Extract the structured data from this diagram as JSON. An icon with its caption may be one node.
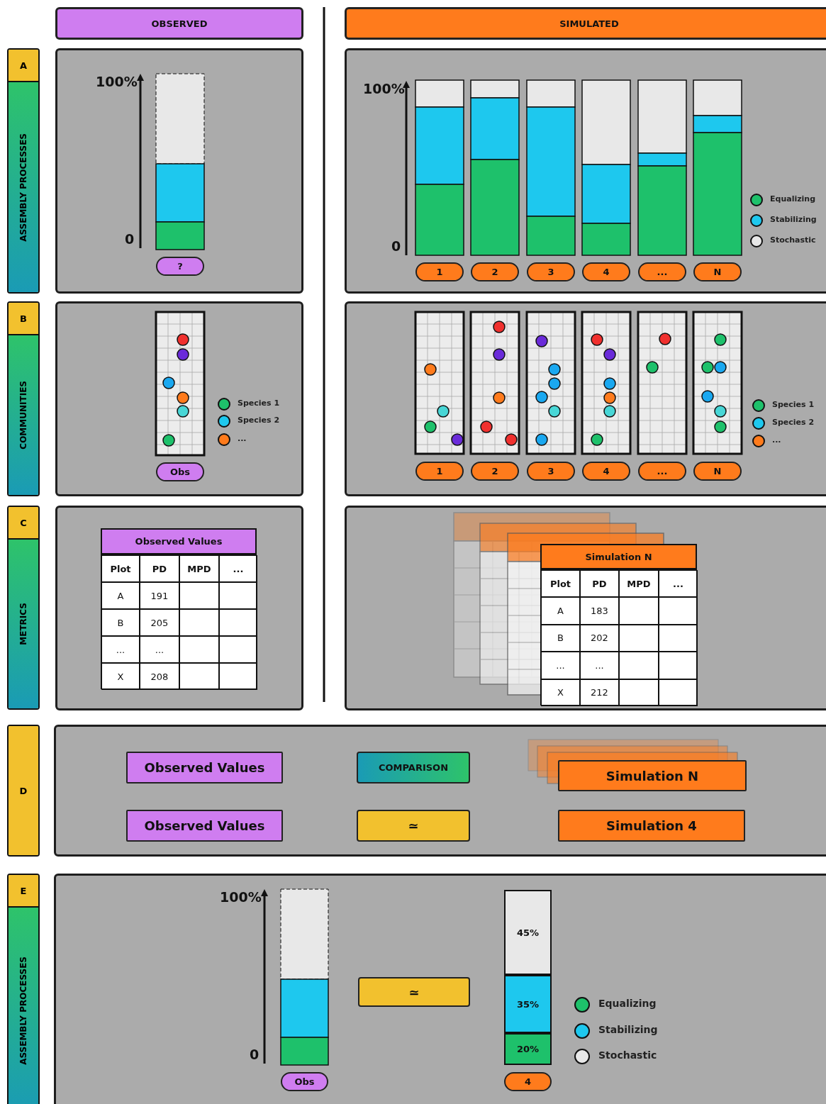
{
  "diagram": {
    "nodes": [
      {
        "text": [
          "OBSERVED"
        ]
      },
      {
        "text": [
          "SIMULATED"
        ]
      },
      {
        "text": [
          "A",
          "ASSEMBLY PROCESSES"
        ]
      },
      {
        "text": [
          "B",
          "COMMUNITIES"
        ]
      },
      {
        "text": [
          "C",
          "METRICS"
        ]
      },
      {
        "text": [
          "D"
        ]
      },
      {
        "text": [
          "E",
          "ASSEMBLY PROCESSES"
        ]
      },
      {
        "text": [],
        "shape": "box"
      },
      {
        "text": [
          "?"
        ],
        "in": 7
      },
      {
        "text": [],
        "shape": "box"
      },
      {
        "text": [
          "1"
        ],
        "in": 9
      },
      {
        "text": [
          "2"
        ],
        "in": 9
      },
      {
        "text": [
          "3"
        ],
        "in": 9
      },
      {
        "text": [
          "4"
        ],
        "in": 9
      },
      {
        "text": [
          "..."
        ],
        "in": 9
      },
      {
        "text": [
          "N"
        ],
        "in": 9
      },
      {
        "text": [],
        "shape": "box"
      },
      {
        "text": [
          "Obs"
        ],
        "in": 16
      },
      {
        "text": [],
        "shape": "box"
      },
      {
        "text": [
          "1"
        ],
        "in": 18
      },
      {
        "text": [
          "2"
        ],
        "in": 18
      },
      {
        "text": [
          "3"
        ],
        "in": 18
      },
      {
        "text": [
          "4"
        ],
        "in": 18
      },
      {
        "text": [
          "..."
        ],
        "in": 18
      },
      {
        "text": [
          "N"
        ],
        "in": 18
      },
      {
        "text": [],
        "shape": "box"
      },
      {
        "text": [
          "Observed Values"
        ],
        "in": 25
      },
      {
        "text": [],
        "shape": "box"
      },
      {
        "text": [
          "Simulation N"
        ],
        "in": 27
      },
      {
        "text": [],
        "shape": "box"
      },
      {
        "text": [
          "Observed Values"
        ],
        "in": 29
      },
      {
        "text": [
          "COMPARISON"
        ],
        "in": 29
      },
      {
        "text": [
          "Simulation N"
        ],
        "in": 29
      },
      {
        "text": [
          "Observed Values"
        ],
        "in": 29
      },
      {
        "text": [
          "≃"
        ],
        "in": 29
      },
      {
        "text": [
          "Simulation 4"
        ],
        "in": 29
      },
      {
        "text": [],
        "shape": "box"
      },
      {
        "text": [
          "≃"
        ],
        "in": 36
      },
      {
        "text": [
          "45%"
        ],
        "in": 36
      },
      {
        "text": [
          "35%"
        ],
        "in": 36
      },
      {
        "text": [
          "20%"
        ],
        "in": 36
      },
      {
        "text": [
          "Obs"
        ],
        "in": 36
      },
      {
        "text": [
          "4"
        ],
        "in": 36
      }
    ],
    "labels": [
      "100%",
      "0",
      "100%",
      "0",
      "Plot",
      "PD",
      "MPD",
      "...",
      "A",
      "191",
      "B",
      "205",
      "...",
      "...",
      "X",
      "208",
      "Plot",
      "PD",
      "MPD",
      "...",
      "A",
      "183",
      "B",
      "202",
      "...",
      "...",
      "X",
      "212",
      "100%",
      "0"
    ],
    "legend": [
      {
        "text": "Equalizing",
        "color": "#1ec16b"
      },
      {
        "text": "Stabilizing",
        "color": "#1ec8ee"
      },
      {
        "text": "Stochastic",
        "color": "#e8e8e8"
      },
      {
        "text": "Species 1",
        "color": "#1ec16b"
      },
      {
        "text": "Species 2",
        "color": "#1ec8ee"
      },
      {
        "text": "...",
        "color": "#ff7b1c"
      },
      {
        "text": "Species 1",
        "color": "#1ec16b"
      },
      {
        "text": "Species 2",
        "color": "#1ec8ee"
      },
      {
        "text": "...",
        "color": "#ff7b1c"
      },
      {
        "text": "Equalizing",
        "color": "#1ec16b"
      },
      {
        "text": "Stabilizing",
        "color": "#1ec8ee"
      },
      {
        "text": "Stochastic",
        "color": "#e8e8e8"
      }
    ]
  }
}
